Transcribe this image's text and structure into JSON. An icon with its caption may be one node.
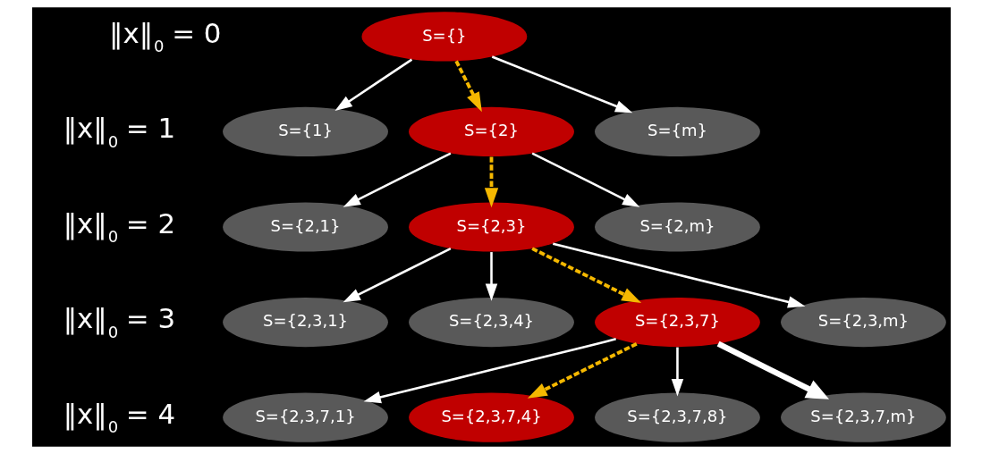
{
  "diagram": {
    "nodes": [
      {
        "text": [
          "S={}"
        ]
      },
      {
        "text": [
          "S={1}"
        ]
      },
      {
        "text": [
          "S={2}"
        ]
      },
      {
        "text": [
          "S={m}"
        ]
      },
      {
        "text": [
          "S={2,1}"
        ]
      },
      {
        "text": [
          "S={2,3}"
        ]
      },
      {
        "text": [
          "S={2,m}"
        ]
      },
      {
        "text": [
          "S={2,3,1}"
        ]
      },
      {
        "text": [
          "S={2,3,4}"
        ]
      },
      {
        "text": [
          "S={2,3,7}"
        ]
      },
      {
        "text": [
          "S={2,3,m}"
        ]
      },
      {
        "text": [
          "S={2,3,7,1}"
        ]
      },
      {
        "text": [
          "S={2,3,7,4}"
        ]
      },
      {
        "text": [
          "S={2,3,7,8}"
        ]
      },
      {
        "text": [
          "S={2,3,7,m}"
        ]
      }
    ],
    "edges": [
      {
        "from": 0,
        "to": 1,
        "arrow": "to"
      },
      {
        "from": 0,
        "to": 2,
        "arrow": "to",
        "style": "dashed",
        "color": "#f5b800"
      },
      {
        "from": 0,
        "to": 3,
        "arrow": "to"
      },
      {
        "from": 2,
        "to": 4,
        "arrow": "to"
      },
      {
        "from": 2,
        "to": 5,
        "arrow": "to",
        "style": "dashed",
        "color": "#f5b800"
      },
      {
        "from": 2,
        "to": 6,
        "arrow": "to"
      },
      {
        "from": 5,
        "to": 7,
        "arrow": "to"
      },
      {
        "from": 5,
        "to": 8,
        "arrow": "to"
      },
      {
        "from": 5,
        "to": 9,
        "arrow": "to",
        "style": "dashed",
        "color": "#f5b800"
      },
      {
        "from": 5,
        "to": 10,
        "arrow": "to"
      },
      {
        "from": 9,
        "to": 11,
        "arrow": "to"
      },
      {
        "from": 9,
        "to": 12,
        "arrow": "to",
        "style": "dashed",
        "color": "#f5b800"
      },
      {
        "from": 9,
        "to": 13,
        "arrow": "to"
      },
      {
        "from": 9,
        "to": 14,
        "arrow": "to",
        "style": "thick"
      }
    ],
    "labels": [
      "‖x‖$_{0}$ = 0",
      "‖x‖$_{0}$ = 1",
      "‖x‖$_{0}$ = 2",
      "‖x‖$_{0}$ = 3",
      "‖x‖$_{0}$ = 4"
    ]
  }
}
